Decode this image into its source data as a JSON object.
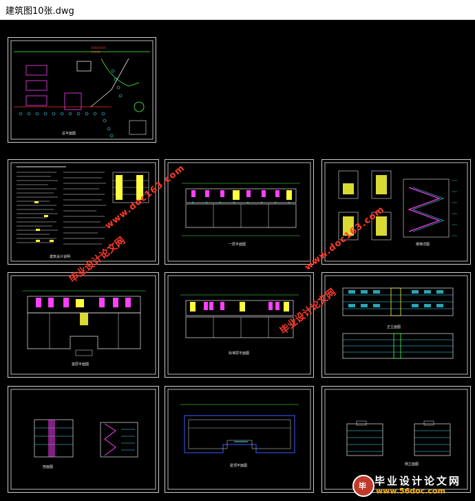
{
  "window": {
    "title": "建筑图10张.dwg"
  },
  "watermarks": {
    "url": "www.doc163.com",
    "cn": "毕业设计论文网"
  },
  "logo": {
    "name": "毕业设计论文网",
    "url": "www.56doc.com"
  },
  "sheets": [
    {
      "id": "site-plan",
      "label": "总平面图",
      "note_1": "XXXXXXXX",
      "note_2": "XXXXX"
    },
    {
      "id": "design-notes",
      "label": "建筑设计说明"
    },
    {
      "id": "ground-floor-plan",
      "label": "一层平面图"
    },
    {
      "id": "stair-details",
      "label": "楼梯详图"
    },
    {
      "id": "first-floor-plan",
      "label": "首层平面图"
    },
    {
      "id": "typical-floor-plan",
      "label": "标准层平面图"
    },
    {
      "id": "front-elevations",
      "label": "正立面图"
    },
    {
      "id": "sections",
      "label": "剖面图"
    },
    {
      "id": "roof-plan",
      "label": "屋顶平面图"
    },
    {
      "id": "side-elevations",
      "label": "侧立面图"
    }
  ],
  "colors": {
    "line_green": "#4dff4d",
    "line_cyan": "#3ee8ff",
    "line_yellow": "#ffff3c",
    "line_magenta": "#ff40ff",
    "line_white": "#e8e8e8",
    "line_red": "#ff3030",
    "line_blue": "#3c5cff"
  }
}
